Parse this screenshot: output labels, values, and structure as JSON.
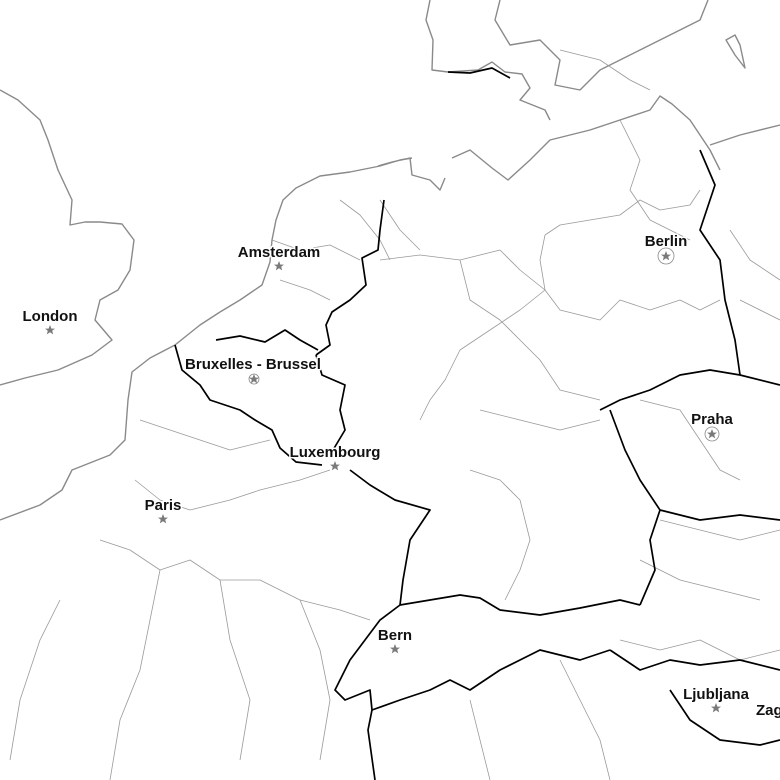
{
  "map": {
    "cities": [
      {
        "id": "london",
        "name": "London"
      },
      {
        "id": "amsterdam",
        "name": "Amsterdam"
      },
      {
        "id": "berlin",
        "name": "Berlin"
      },
      {
        "id": "bruxelles",
        "name": "Bruxelles - Brussel"
      },
      {
        "id": "luxembourg",
        "name": "Luxembourg"
      },
      {
        "id": "paris",
        "name": "Paris"
      },
      {
        "id": "praha",
        "name": "Praha"
      },
      {
        "id": "bern",
        "name": "Bern"
      },
      {
        "id": "ljubljana",
        "name": "Ljubljana"
      },
      {
        "id": "zagreb",
        "name": "Zag"
      }
    ],
    "colors": {
      "background": "#ffffff",
      "national_border": "#000000",
      "coastline": "#8a8a8a",
      "admin_border": "#9a9a9a",
      "city_marker": "#7a7a7a"
    }
  }
}
